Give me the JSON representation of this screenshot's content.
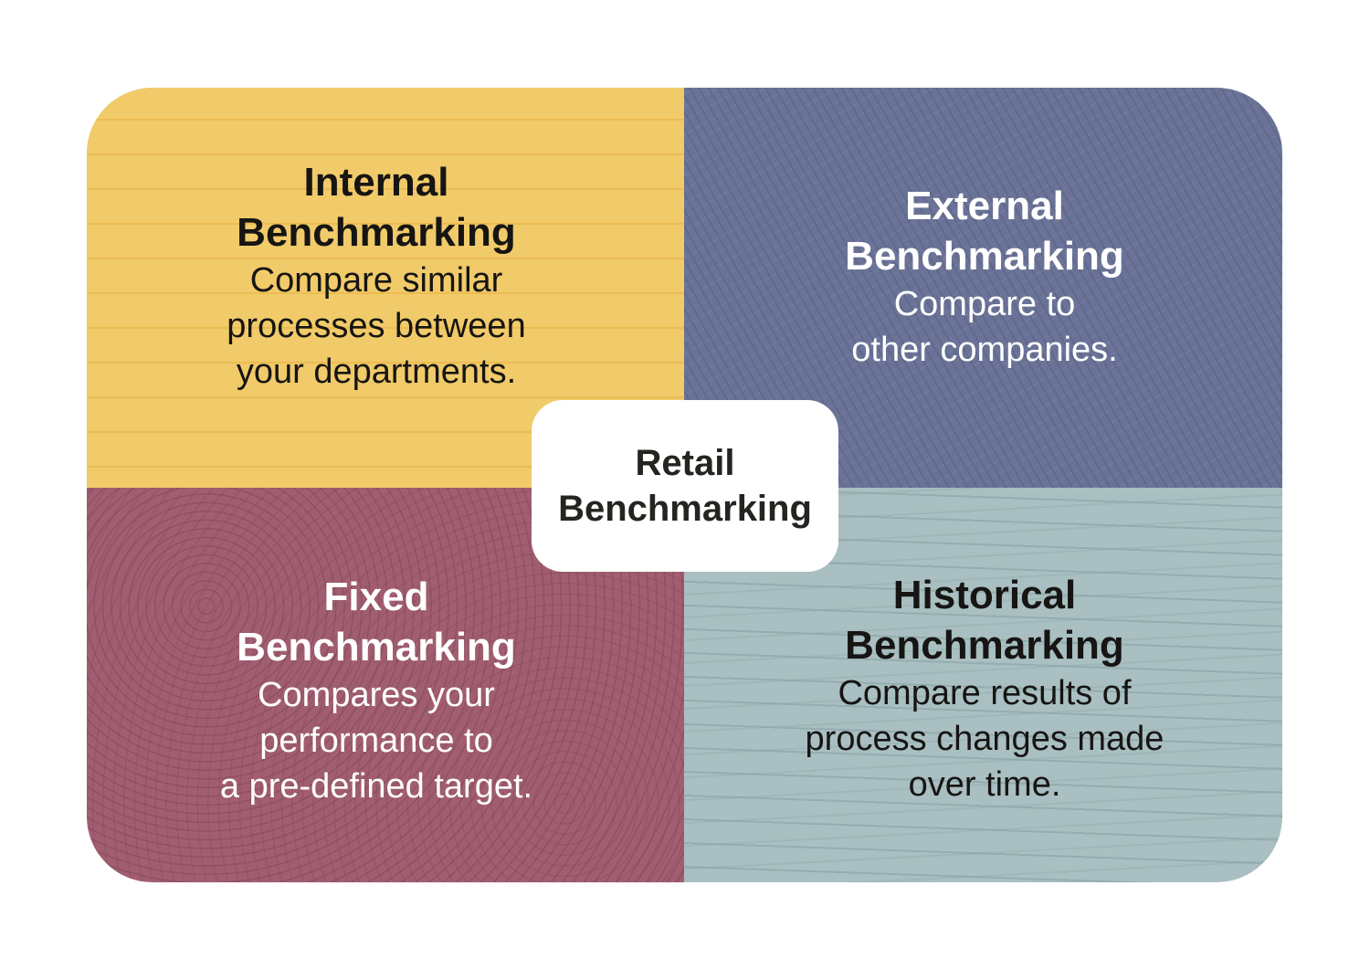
{
  "diagram": {
    "center": {
      "line1": "Retail",
      "line2": "Benchmarking"
    },
    "quadrants": [
      {
        "position": "top-left",
        "title_line1": "Internal",
        "title_line2": "Benchmarking",
        "desc_lines": [
          "Compare similar",
          "processes between",
          "your departments."
        ],
        "color": "#f1ca6a",
        "text_color": "#161513"
      },
      {
        "position": "top-right",
        "title_line1": "External",
        "title_line2": "Benchmarking",
        "desc_lines": [
          "Compare to",
          "other companies."
        ],
        "color": "#6a7397",
        "text_color": "#ffffff"
      },
      {
        "position": "bottom-left",
        "title_line1": "Fixed",
        "title_line2": "Benchmarking",
        "desc_lines": [
          "Compares your",
          "performance to",
          "a pre-defined target."
        ],
        "color": "#a15e70",
        "text_color": "#ffffff"
      },
      {
        "position": "bottom-right",
        "title_line1": "Historical",
        "title_line2": "Benchmarking",
        "desc_lines": [
          "Compare results of",
          "process changes made",
          "over time."
        ],
        "color": "#a9bfc1",
        "text_color": "#161513"
      }
    ]
  }
}
